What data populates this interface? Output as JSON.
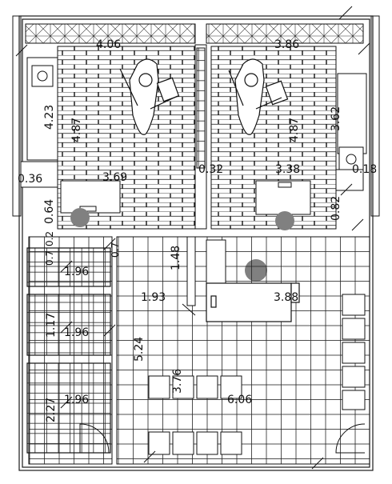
{
  "plan": {
    "dimensions": {
      "top_left_width": "4.06",
      "top_right_width": "3.86",
      "left_wall_height": "4.23",
      "left_room_height": "4.87",
      "right_room_height": "4.87",
      "right_wall_height": "3.62",
      "left_small_width": "0.36",
      "left_counter_width": "3.69",
      "middle_gap": "0.32",
      "right_counter_width": "3.38",
      "right_small_width": "0.18",
      "left_entry": "0.64",
      "right_entry": "0.82",
      "left_small_a": "0.2",
      "left_small_b": "0.7",
      "corridor_width": "0.7",
      "booth1_width": "1.96",
      "booth2_width": "1.96",
      "booth3_width": "1.96",
      "booth2_height": "1.17",
      "booth3_height": "2.27",
      "partition_height": "1.48",
      "corridor_mid": "1.93",
      "table_width": "3.88",
      "corridor_length": "5.24",
      "dining_depth": "3.76",
      "dining_width": "6.06"
    },
    "colors": {
      "line": "#1a1a1a",
      "fill_gray": "#808080",
      "background": "#ffffff"
    }
  }
}
